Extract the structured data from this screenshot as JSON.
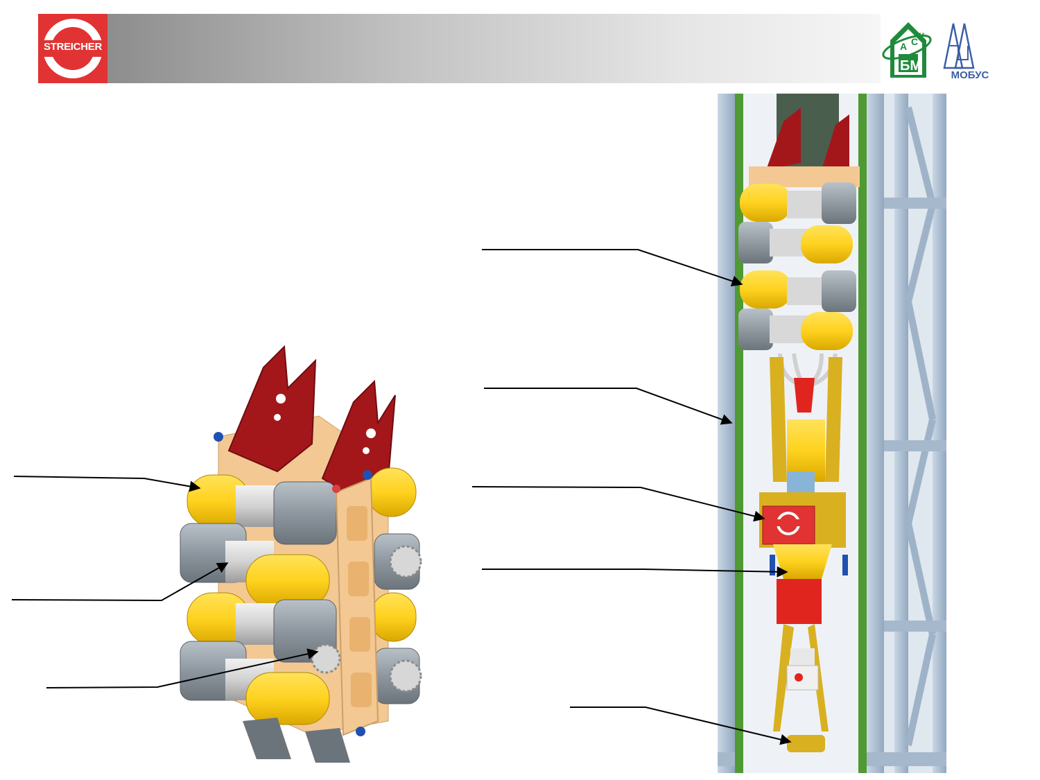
{
  "header": {
    "logo_text": "STREICHER",
    "partner_logo_letters": "АСК БМ",
    "partner_logo_brand": "МОБУС"
  },
  "colors": {
    "logo_red": "#e13333",
    "gear_yellow": "#ffd21f",
    "frame_green": "#4f9a32",
    "tower_blue": "#aebfd2",
    "bracket_red": "#a3171b",
    "plate_tan": "#f3c892"
  },
  "illustrations": [
    {
      "name": "drive-module-closeup",
      "description_hidden": true
    },
    {
      "name": "drilling-tower-cutaway",
      "description_hidden": true
    }
  ],
  "callouts": {
    "left": [
      {
        "label": ""
      },
      {
        "label": ""
      },
      {
        "label": ""
      }
    ],
    "right": [
      {
        "label": ""
      },
      {
        "label": ""
      },
      {
        "label": ""
      },
      {
        "label": ""
      },
      {
        "label": ""
      }
    ]
  }
}
